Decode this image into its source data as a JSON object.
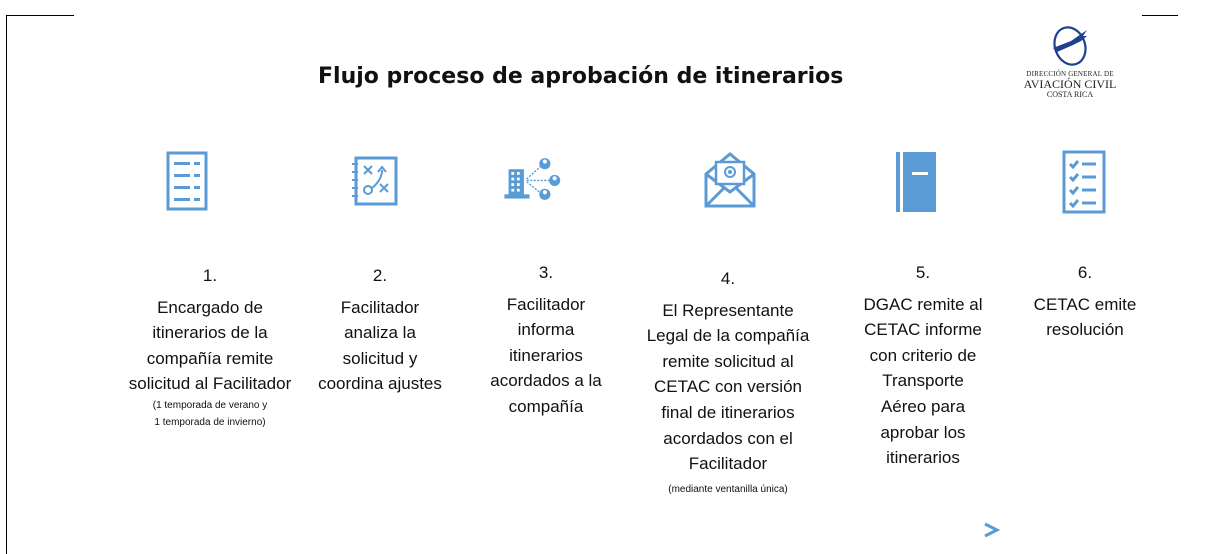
{
  "title": "Flujo proceso de aprobación de itinerarios",
  "logo": {
    "line1": "DIRECCIÓN GENERAL DE",
    "line2": "AVIACIÓN CIVIL",
    "line3": "COSTA RICA"
  },
  "accent_color": "#5b9bd5",
  "steps": [
    {
      "number": "1.",
      "icon": "checklist-document-icon",
      "lines": [
        "Encargado de",
        "itinerarios de la",
        "compañía remite",
        "solicitud al Facilitador"
      ],
      "note_lines": [
        "(1 temporada de verano y",
        "1 temporada de invierno)"
      ]
    },
    {
      "number": "2.",
      "icon": "strategy-board-icon",
      "lines": [
        "Facilitador",
        "analiza la",
        "solicitud y",
        "coordina ajustes"
      ]
    },
    {
      "number": "3.",
      "icon": "building-network-icon",
      "lines": [
        "Facilitador",
        "informa",
        "itinerarios",
        "acordados a la",
        "compañía"
      ]
    },
    {
      "number": "4.",
      "icon": "email-envelope-icon",
      "lines": [
        "El Representante",
        "Legal de la compañía",
        "remite solicitud al",
        "CETAC con versión",
        "final de itinerarios",
        "acordados con el",
        "Facilitador"
      ],
      "note_lines": [
        "(mediante ventanilla única)"
      ]
    },
    {
      "number": "5.",
      "icon": "notebook-icon",
      "lines": [
        "DGAC remite al",
        "CETAC informe",
        "con criterio de",
        "Transporte",
        "Aéreo para",
        "aprobar los",
        "itinerarios"
      ]
    },
    {
      "number": "6.",
      "icon": "checklist-icon",
      "lines": [
        "CETAC emite",
        "resolución"
      ]
    }
  ]
}
